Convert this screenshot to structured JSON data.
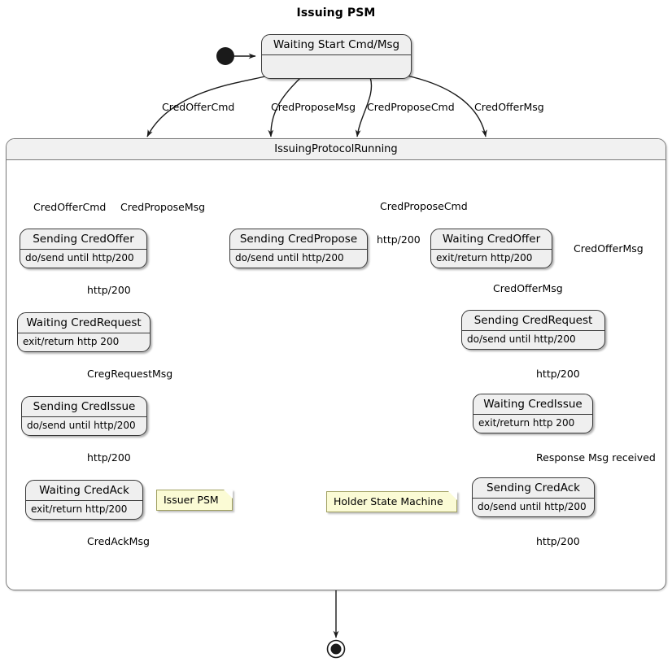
{
  "diagram": {
    "title": "Issuing PSM",
    "type": "uml-state-machine",
    "colors": {
      "state_fill": "#EFEFEF",
      "state_border": "#3A3A3A",
      "composite_fill": "#FFFFFF",
      "composite_header_fill": "#F1F1F1",
      "note_fill": "#FBFBD5",
      "note_border": "#A0A060",
      "edge": "#1A1A1A",
      "background": "#FFFFFF"
    }
  },
  "top": {
    "start_state": {
      "name": "Waiting Start Cmd/Msg",
      "body": ""
    },
    "initial_node_label": "initial-node"
  },
  "top_transitions": [
    {
      "label": "CredOfferCmd"
    },
    {
      "label": "CredProposeMsg"
    },
    {
      "label": "CredProposeCmd"
    },
    {
      "label": "CredOfferMsg"
    }
  ],
  "composite": {
    "name": "IssuingProtocolRunning"
  },
  "left_branch": {
    "initial_transitions": [
      {
        "label": "CredOfferCmd"
      },
      {
        "label": "CredProposeMsg"
      }
    ],
    "states": [
      {
        "name": "Sending CredOffer",
        "body": "do/send until http/200"
      },
      {
        "name": "Waiting CredRequest",
        "body": "exit/return http 200"
      },
      {
        "name": "Sending CredIssue",
        "body": "do/send until http/200"
      },
      {
        "name": "Waiting CredAck",
        "body": "exit/return http/200"
      }
    ],
    "transitions": [
      {
        "label": "http/200"
      },
      {
        "label": "CregRequestMsg"
      },
      {
        "label": "http/200"
      },
      {
        "label": "CredAckMsg"
      }
    ],
    "note": "Issuer PSM"
  },
  "right_branch": {
    "initial_transitions": [
      {
        "label": "CredProposeCmd"
      },
      {
        "label": "CredOfferMsg"
      }
    ],
    "states": [
      {
        "name": "Sending CredPropose",
        "body": "do/send until http/200"
      },
      {
        "name": "Waiting CredOffer",
        "body": "exit/return http/200"
      },
      {
        "name": "Sending CredRequest",
        "body": "do/send until http/200"
      },
      {
        "name": "Waiting CredIssue",
        "body": "exit/return http 200"
      },
      {
        "name": "Sending CredAck",
        "body": "do/send until http/200"
      }
    ],
    "transitions": [
      {
        "label": "http/200"
      },
      {
        "label": "CredOfferMsg"
      },
      {
        "label": "http/200"
      },
      {
        "label": "Response Msg received"
      },
      {
        "label": "http/200"
      }
    ],
    "note": "Holder State Machine"
  }
}
